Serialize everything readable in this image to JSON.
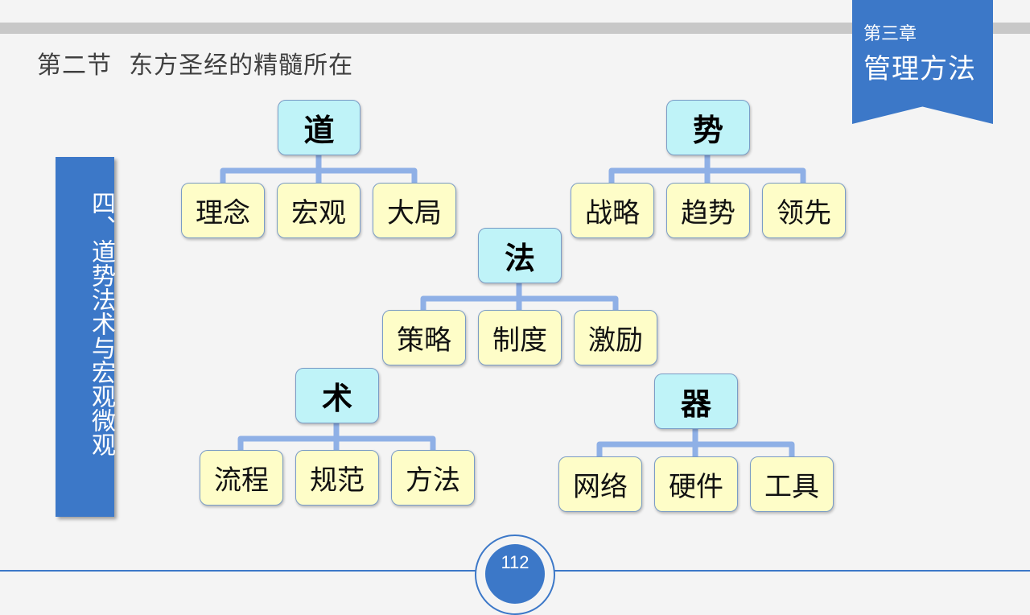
{
  "header": {
    "section_title": "第二节  东方圣经的精髓所在",
    "chapter_number": "第三章",
    "chapter_name": "管理方法"
  },
  "side_label": {
    "text": "四、道势法术与宏观微观"
  },
  "tree": {
    "dao": {
      "label": "道",
      "children": [
        "理念",
        "宏观",
        "大局"
      ]
    },
    "shi": {
      "label": "势",
      "children": [
        "战略",
        "趋势",
        "领先"
      ]
    },
    "fa": {
      "label": "法",
      "children": [
        "策略",
        "制度",
        "激励"
      ]
    },
    "shu": {
      "label": "术",
      "children": [
        "流程",
        "规范",
        "方法"
      ]
    },
    "qi": {
      "label": "器",
      "children": [
        "网络",
        "硬件",
        "工具"
      ]
    }
  },
  "footer": {
    "page_number": "112"
  },
  "colors": {
    "accent": "#3c78c8",
    "parent_fill": "#bff3f8",
    "child_fill": "#fefdc8",
    "connector": "#8fb0e6"
  }
}
